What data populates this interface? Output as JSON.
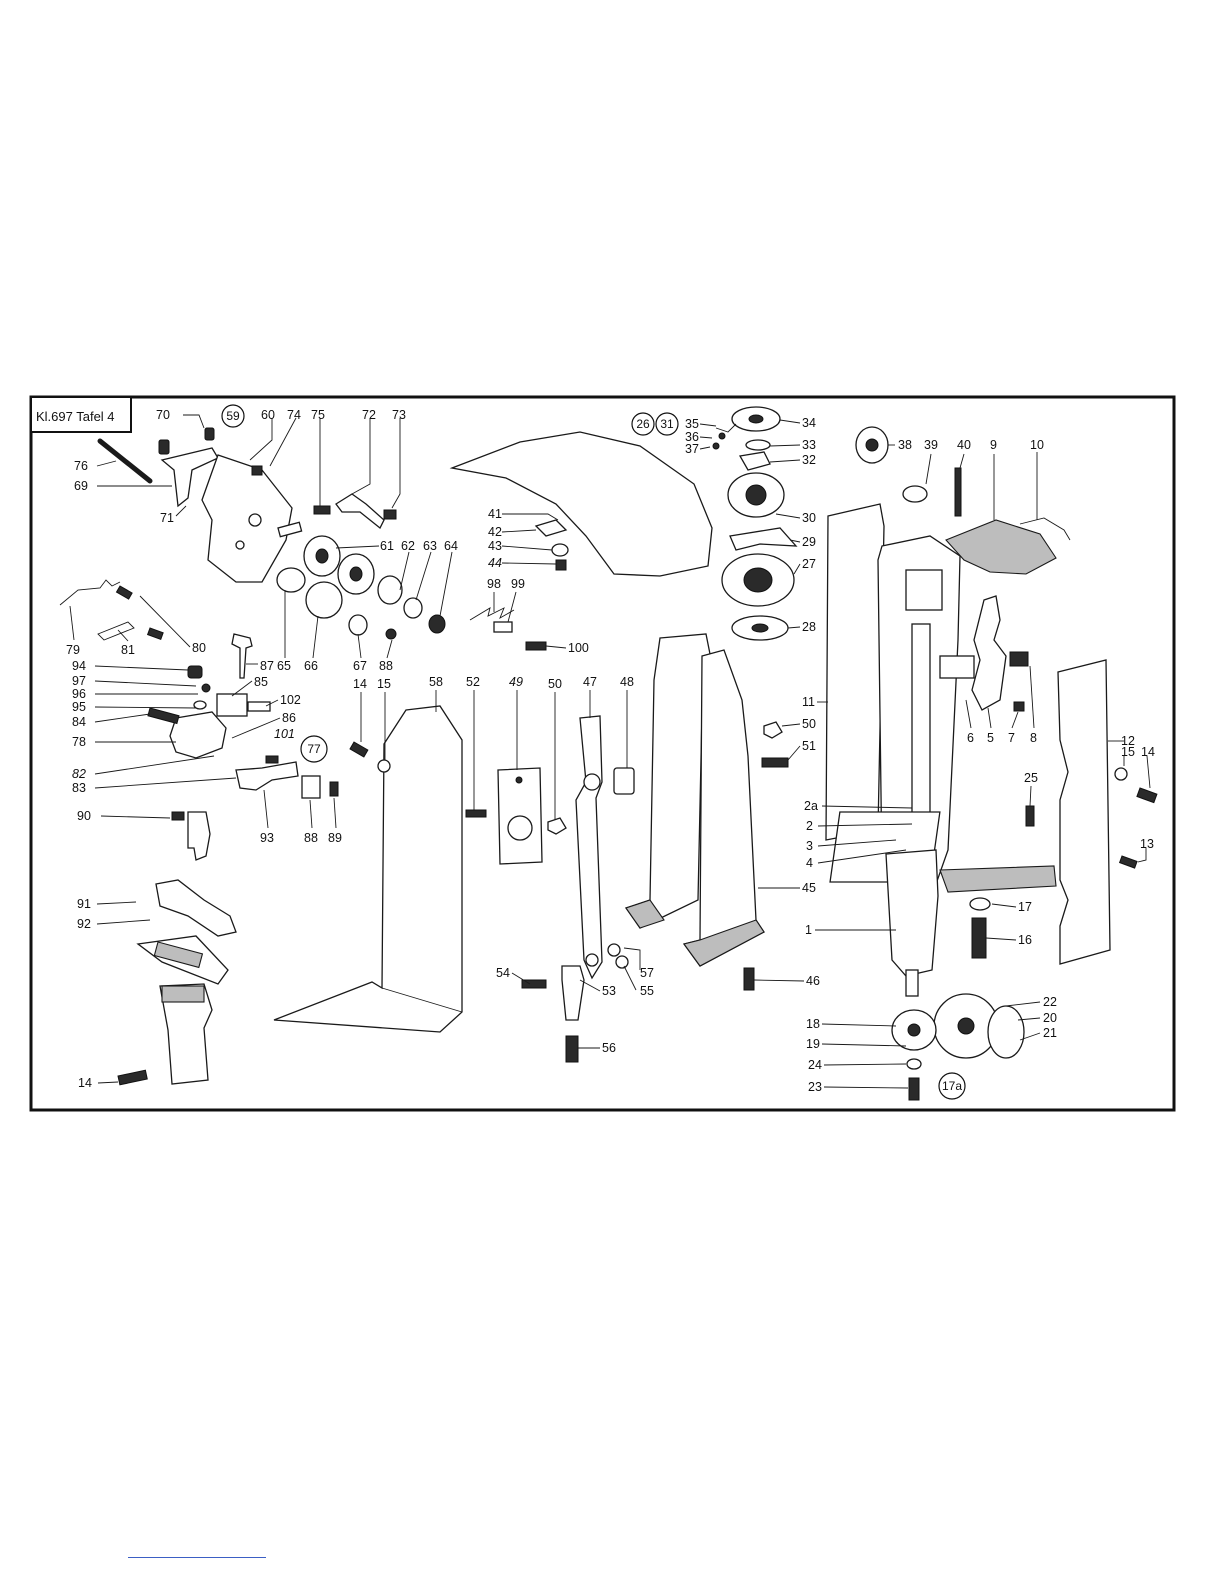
{
  "sheet": {
    "title": "Kl.697 Tafel 4",
    "colors": {
      "ink": "#111111",
      "paper": "#ffffff",
      "footer_rule": "#3b5fc4"
    }
  },
  "reference_circles": [
    {
      "id": "ref-59",
      "label": "59"
    },
    {
      "id": "ref-77",
      "label": "77"
    },
    {
      "id": "ref-26",
      "label": "26"
    },
    {
      "id": "ref-31",
      "label": "31"
    },
    {
      "id": "ref-17a",
      "label": "17a"
    }
  ],
  "callouts": [
    {
      "id": "c70",
      "label": "70"
    },
    {
      "id": "c60",
      "label": "60"
    },
    {
      "id": "c74",
      "label": "74"
    },
    {
      "id": "c75",
      "label": "75"
    },
    {
      "id": "c72",
      "label": "72"
    },
    {
      "id": "c73",
      "label": "73"
    },
    {
      "id": "c76",
      "label": "76"
    },
    {
      "id": "c69",
      "label": "69"
    },
    {
      "id": "c71",
      "label": "71"
    },
    {
      "id": "c61",
      "label": "61"
    },
    {
      "id": "c62",
      "label": "62"
    },
    {
      "id": "c63",
      "label": "63"
    },
    {
      "id": "c64",
      "label": "64"
    },
    {
      "id": "c79",
      "label": "79"
    },
    {
      "id": "c81",
      "label": "81"
    },
    {
      "id": "c80",
      "label": "80"
    },
    {
      "id": "c87",
      "label": "87"
    },
    {
      "id": "c65",
      "label": "65"
    },
    {
      "id": "c66",
      "label": "66"
    },
    {
      "id": "c67",
      "label": "67"
    },
    {
      "id": "c88a",
      "label": "88"
    },
    {
      "id": "c94",
      "label": "94"
    },
    {
      "id": "c85",
      "label": "85"
    },
    {
      "id": "c97",
      "label": "97"
    },
    {
      "id": "c96",
      "label": "96"
    },
    {
      "id": "c102",
      "label": "102"
    },
    {
      "id": "c95",
      "label": "95"
    },
    {
      "id": "c84",
      "label": "84"
    },
    {
      "id": "c86",
      "label": "86"
    },
    {
      "id": "c101",
      "label": "101",
      "italic": true
    },
    {
      "id": "c78",
      "label": "78"
    },
    {
      "id": "c82",
      "label": "82",
      "italic": true
    },
    {
      "id": "c83",
      "label": "83"
    },
    {
      "id": "c93",
      "label": "93"
    },
    {
      "id": "c88b",
      "label": "88"
    },
    {
      "id": "c89",
      "label": "89"
    },
    {
      "id": "c90",
      "label": "90"
    },
    {
      "id": "c91",
      "label": "91"
    },
    {
      "id": "c92",
      "label": "92"
    },
    {
      "id": "c14a",
      "label": "14"
    },
    {
      "id": "c14b",
      "label": "14"
    },
    {
      "id": "c15a",
      "label": "15"
    },
    {
      "id": "c58",
      "label": "58"
    },
    {
      "id": "c52",
      "label": "52"
    },
    {
      "id": "c49",
      "label": "49",
      "italic": true
    },
    {
      "id": "c50a",
      "label": "50"
    },
    {
      "id": "c47",
      "label": "47"
    },
    {
      "id": "c48",
      "label": "48"
    },
    {
      "id": "c41",
      "label": "41"
    },
    {
      "id": "c42",
      "label": "42"
    },
    {
      "id": "c43",
      "label": "43"
    },
    {
      "id": "c44",
      "label": "44",
      "italic": true
    },
    {
      "id": "c98",
      "label": "98"
    },
    {
      "id": "c99",
      "label": "99"
    },
    {
      "id": "c100",
      "label": "100"
    },
    {
      "id": "c35",
      "label": "35"
    },
    {
      "id": "c36",
      "label": "36"
    },
    {
      "id": "c37",
      "label": "37"
    },
    {
      "id": "c34",
      "label": "34"
    },
    {
      "id": "c33",
      "label": "33"
    },
    {
      "id": "c32",
      "label": "32"
    },
    {
      "id": "c30",
      "label": "30"
    },
    {
      "id": "c29",
      "label": "29"
    },
    {
      "id": "c27",
      "label": "27"
    },
    {
      "id": "c28",
      "label": "28"
    },
    {
      "id": "c38",
      "label": "38"
    },
    {
      "id": "c39",
      "label": "39"
    },
    {
      "id": "c40",
      "label": "40"
    },
    {
      "id": "c9",
      "label": "9"
    },
    {
      "id": "c10",
      "label": "10"
    },
    {
      "id": "c11",
      "label": "11"
    },
    {
      "id": "c50b",
      "label": "50"
    },
    {
      "id": "c51",
      "label": "51"
    },
    {
      "id": "c6",
      "label": "6"
    },
    {
      "id": "c5",
      "label": "5"
    },
    {
      "id": "c7",
      "label": "7"
    },
    {
      "id": "c8",
      "label": "8"
    },
    {
      "id": "c12",
      "label": "12"
    },
    {
      "id": "c15b",
      "label": "15"
    },
    {
      "id": "c14c",
      "label": "14"
    },
    {
      "id": "c25",
      "label": "25"
    },
    {
      "id": "c2a",
      "label": "2a"
    },
    {
      "id": "c2",
      "label": "2"
    },
    {
      "id": "c3",
      "label": "3"
    },
    {
      "id": "c4",
      "label": "4"
    },
    {
      "id": "c13",
      "label": "13"
    },
    {
      "id": "c45",
      "label": "45"
    },
    {
      "id": "c17",
      "label": "17"
    },
    {
      "id": "c1",
      "label": "1"
    },
    {
      "id": "c16",
      "label": "16"
    },
    {
      "id": "c54",
      "label": "54"
    },
    {
      "id": "c57",
      "label": "57"
    },
    {
      "id": "c53",
      "label": "53"
    },
    {
      "id": "c55",
      "label": "55"
    },
    {
      "id": "c46",
      "label": "46"
    },
    {
      "id": "c56",
      "label": "56"
    },
    {
      "id": "c22",
      "label": "22"
    },
    {
      "id": "c18",
      "label": "18"
    },
    {
      "id": "c20",
      "label": "20"
    },
    {
      "id": "c21",
      "label": "21"
    },
    {
      "id": "c19",
      "label": "19"
    },
    {
      "id": "c24",
      "label": "24"
    },
    {
      "id": "c23",
      "label": "23"
    }
  ]
}
